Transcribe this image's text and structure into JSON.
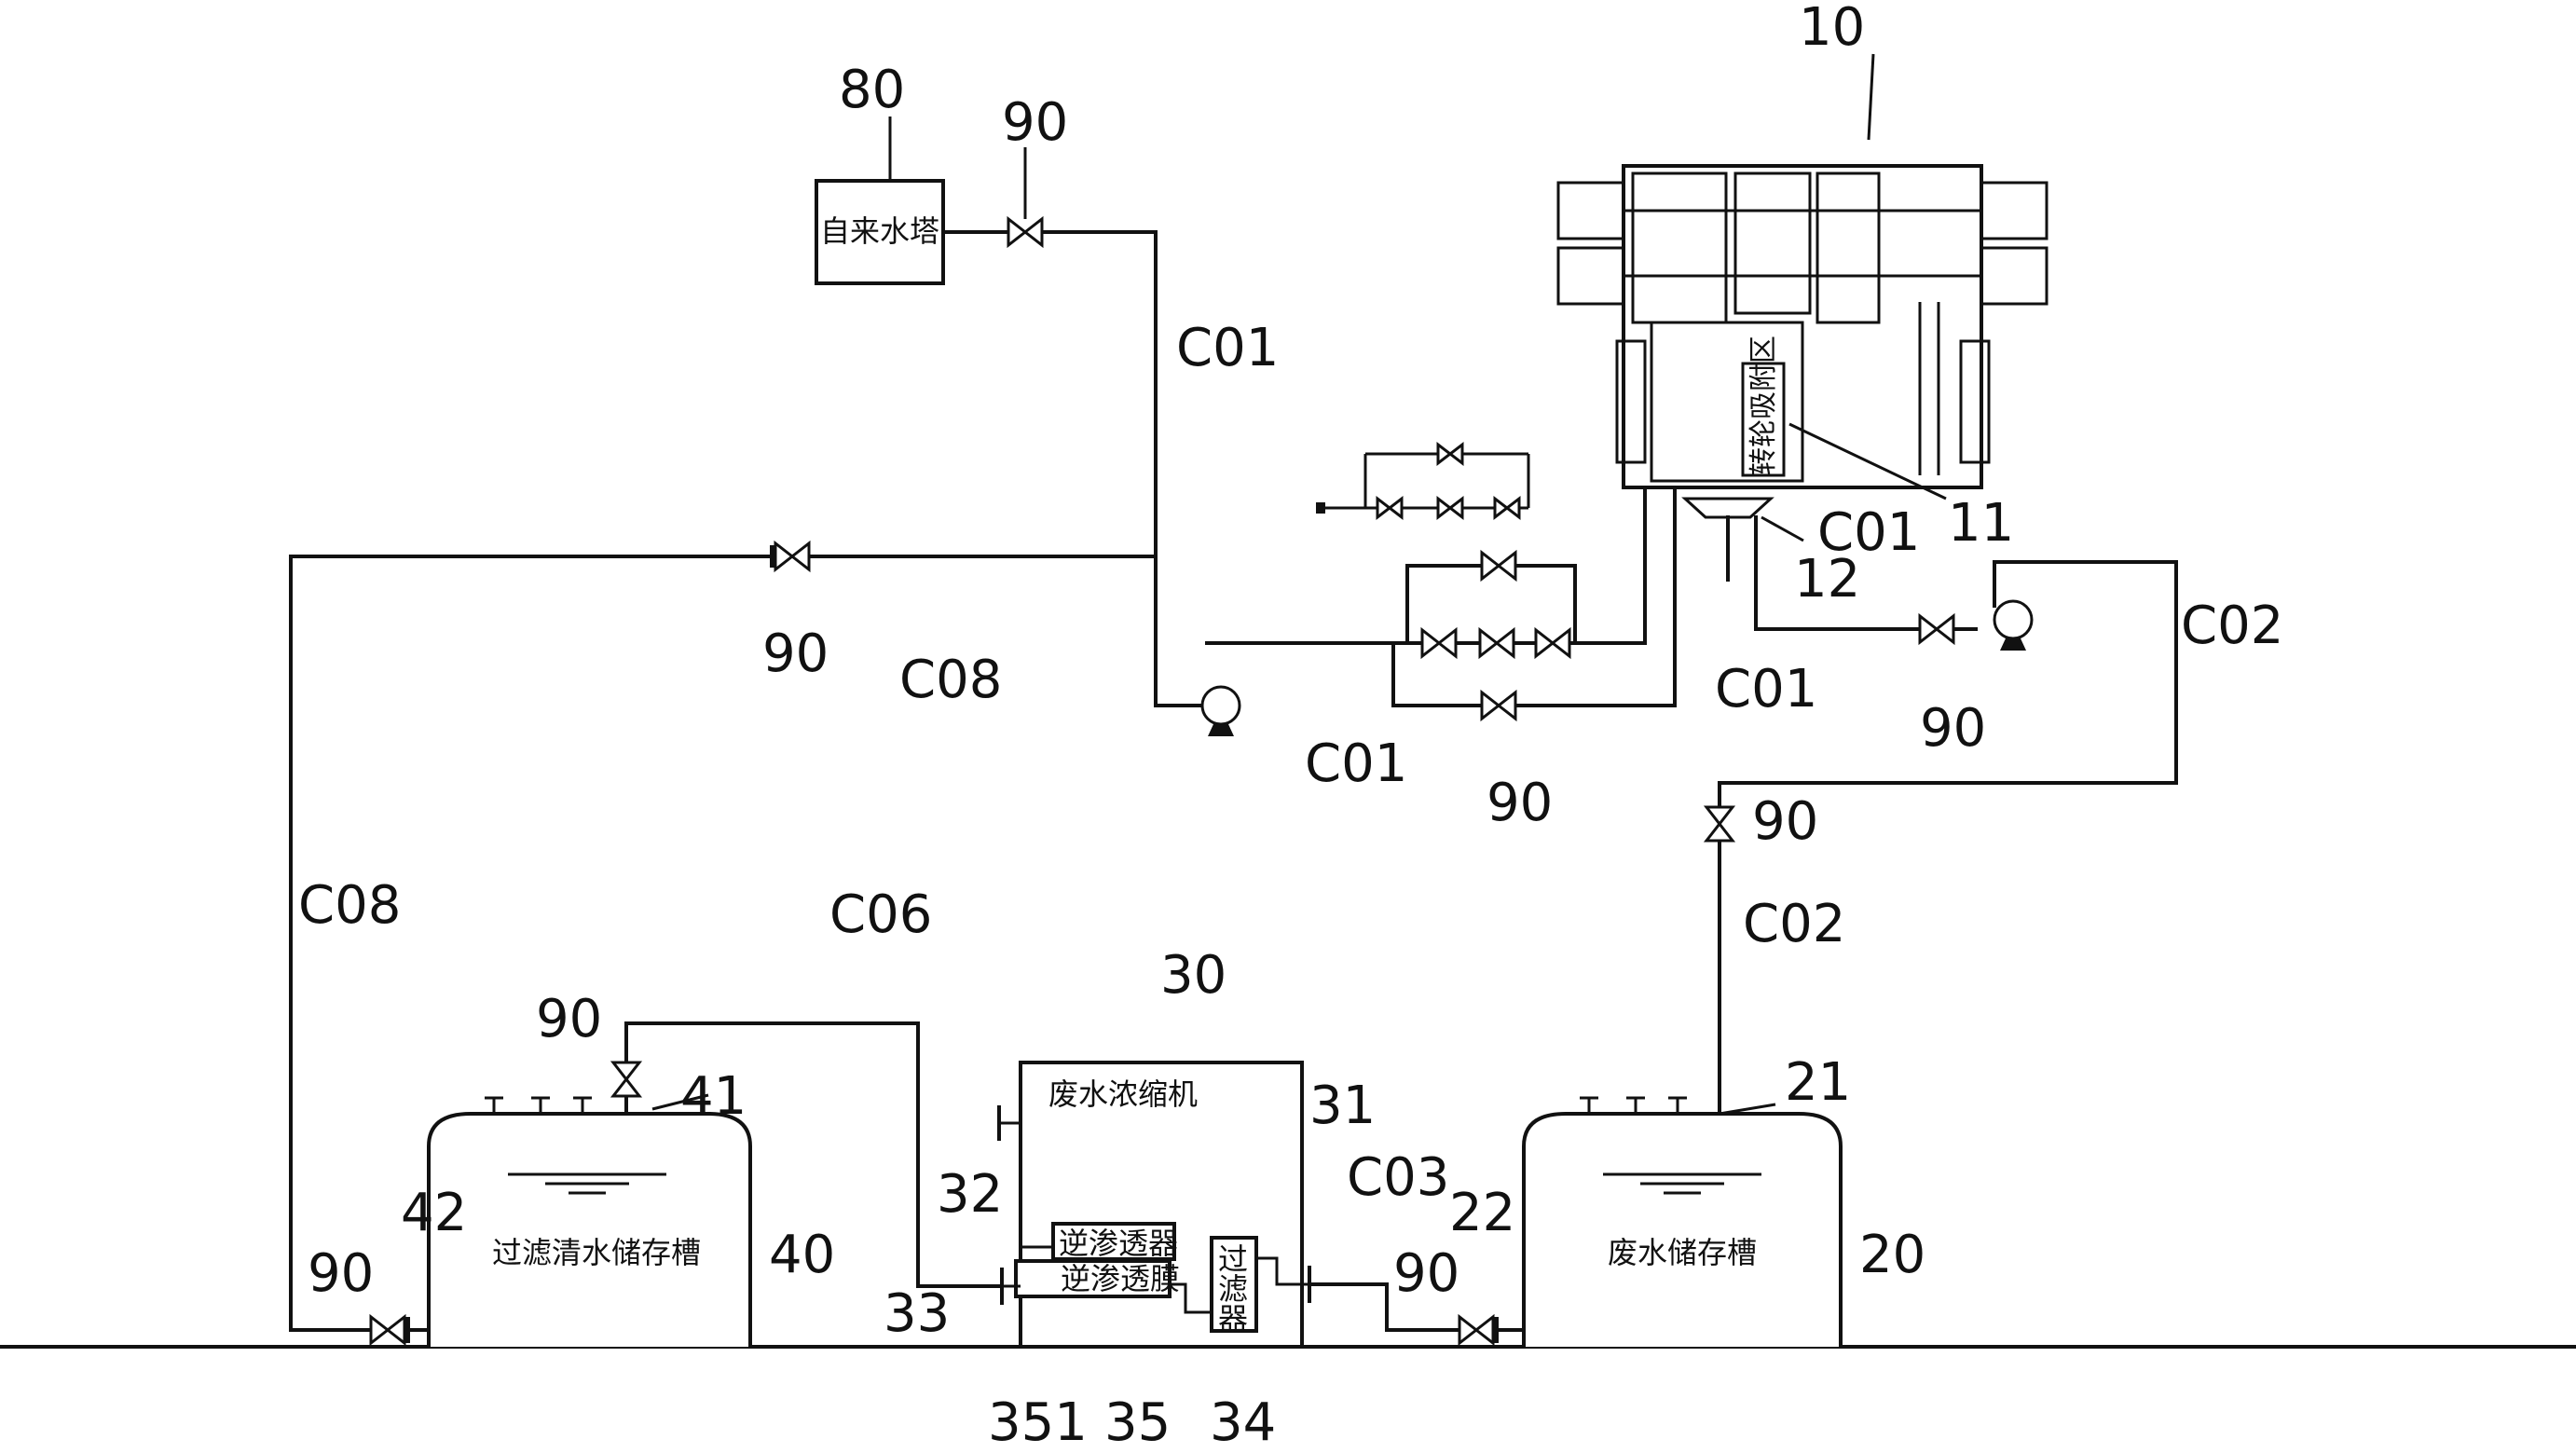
{
  "components": {
    "water_tower": {
      "code": "80",
      "name": "自来水塔"
    },
    "adsorption_unit": {
      "code": "10",
      "zone": "转轮吸附区",
      "zone_code": "11",
      "drain_pan_code": "12"
    },
    "wastewater_tank": {
      "code": "20",
      "name": "废水储存槽",
      "inlet_code": "21",
      "outlet_code": "22"
    },
    "concentrator": {
      "code": "30",
      "name": "废水浓缩机",
      "port_31": "31",
      "port_32": "32",
      "port_33": "33",
      "filter_code": "34",
      "filter_name": "过滤器",
      "ro_code": "35",
      "ro_membrane_code": "351",
      "ro_unit": "逆渗透器",
      "ro_membrane": "逆渗透膜"
    },
    "clean_tank": {
      "code": "40",
      "name": "过滤清水储存槽",
      "inlet_code": "41",
      "outlet_code": "42"
    }
  },
  "pipes": {
    "c01": "C01",
    "c02": "C02",
    "c03": "C03",
    "c06": "C06",
    "c08": "C08"
  },
  "valve_code": "90"
}
